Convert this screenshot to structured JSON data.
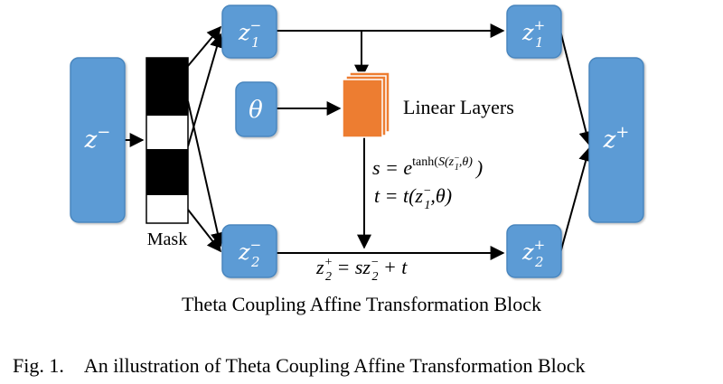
{
  "colors": {
    "box_fill": "#5b9bd5",
    "box_stroke": "#4a86be",
    "linear_layer_fill": "#ed7d31",
    "mask_black": "#000000",
    "mask_white": "#ffffff",
    "arrow": "#000000"
  },
  "nodes": {
    "z_minus": {
      "base": "z",
      "sup": "−"
    },
    "z1_minus": {
      "base": "z",
      "sub": "1",
      "sup": "−"
    },
    "z2_minus": {
      "base": "z",
      "sub": "2",
      "sup": "−"
    },
    "theta": {
      "base": "θ"
    },
    "z1_plus": {
      "base": "z",
      "sub": "1",
      "sup": "+"
    },
    "z2_plus": {
      "base": "z",
      "sub": "2",
      "sup": "+"
    },
    "z_plus": {
      "base": "z",
      "sup": "+"
    }
  },
  "mask": {
    "label": "Mask",
    "pattern": [
      "black",
      "white",
      "black",
      "white"
    ]
  },
  "linear_layers": {
    "label": "Linear Layers"
  },
  "equations": {
    "s": {
      "lhs": "s = e",
      "exp_prefix": "tanh(",
      "exp_S": "S",
      "exp_open": "(z",
      "exp_sub": "1",
      "exp_sup": "−",
      "exp_rest": ",θ)",
      "close": ")"
    },
    "t": {
      "lhs": "t = t(z",
      "sub": "1",
      "sup": "−",
      "rest": ",θ)"
    },
    "z2plus": {
      "a": "z",
      "a_sub": "2",
      "a_sup": "+",
      "mid": " = sz",
      "b_sub": "2",
      "b_sup": "−",
      "end": " + t"
    }
  },
  "block_title": "Theta Coupling Affine Transformation Block",
  "figure_caption": {
    "number": "Fig. 1.",
    "text": "An illustration of Theta Coupling Affine Transformation Block"
  }
}
